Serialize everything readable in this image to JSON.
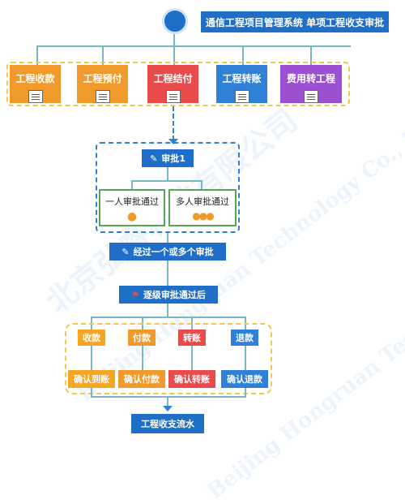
{
  "title": "通信工程项目管理系统 单项工程收支审批",
  "top_items": [
    {
      "label": "工程收款",
      "color": "#f09a2c",
      "icon": "document-icon"
    },
    {
      "label": "工程预付",
      "color": "#f09a2c",
      "icon": "document-icon"
    },
    {
      "label": "工程结付",
      "color": "#e94b4b",
      "icon": "document-icon"
    },
    {
      "label": "工程转账",
      "color": "#2f80d6",
      "icon": "document-icon"
    },
    {
      "label": "费用转工程",
      "color": "#9b4fd1",
      "icon": "document-icon"
    }
  ],
  "approval": {
    "title": "审批1",
    "single": "一人审批通过",
    "multi": "多人审批通过"
  },
  "multi_step": "经过一个或多个审批",
  "final_step": "逐级审批通过后",
  "actions": [
    {
      "label": "收款",
      "confirm": "确认到账",
      "color": "#f5a623"
    },
    {
      "label": "付款",
      "confirm": "确认付款",
      "color": "#f09a2c"
    },
    {
      "label": "转账",
      "confirm": "确认转账",
      "color": "#e94b4b"
    },
    {
      "label": "退款",
      "confirm": "确认退款",
      "color": "#2f80d6"
    }
  ],
  "end": "工程收支流水",
  "watermark": [
    "北京弘睿科技有限公司",
    "Beijing Hongruan Technology Co., Ltd."
  ],
  "colors": {
    "primary": "#1f6fc9",
    "connector": "#79b7c2",
    "dashed_yellow": "#f2c94c",
    "dashed_blue": "#2f80d6",
    "green": "#5aa45a"
  }
}
